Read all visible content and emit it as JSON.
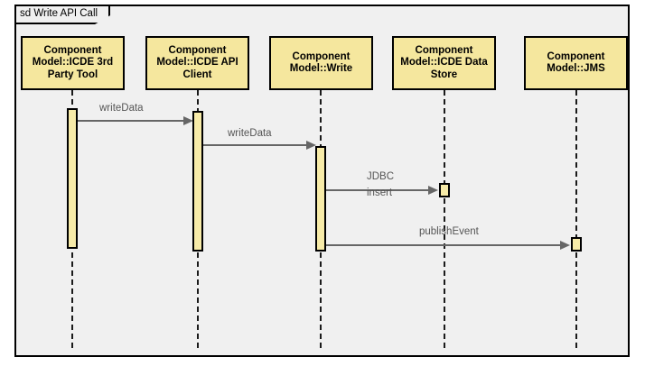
{
  "diagram": {
    "frame_label": "sd Write API Call",
    "frame_keyword": "sd",
    "frame_name": "Write API Call",
    "colors": {
      "lifeline_fill": "#f5e79e",
      "activation_fill": "#f7eba8",
      "frame_background": "#f0f0f0",
      "border": "#000000",
      "message_line": "#666666",
      "message_label": "#555555"
    },
    "lifelines": [
      {
        "id": "icde-3rd-party-tool",
        "label": "Component Model::ICDE 3rd Party Tool",
        "lines": [
          "Component",
          "Model::ICDE 3rd",
          "Party Tool"
        ]
      },
      {
        "id": "icde-api-client",
        "label": "Component Model::ICDE API Client",
        "lines": [
          "Component",
          "Model::ICDE API",
          "Client"
        ]
      },
      {
        "id": "write",
        "label": "Component Model::Write",
        "lines": [
          "Component",
          "Model::Write"
        ]
      },
      {
        "id": "icde-data-store",
        "label": "Component Model::ICDE Data Store",
        "lines": [
          "Component",
          "Model::ICDE Data",
          "Store"
        ]
      },
      {
        "id": "jms",
        "label": "Component Model::JMS",
        "lines": [
          "Component",
          "Model::JMS"
        ]
      }
    ],
    "messages": [
      {
        "id": "msg-write-data-1",
        "label": "writeData",
        "label_lines": [
          "writeData"
        ],
        "from": "icde-3rd-party-tool",
        "to": "icde-api-client"
      },
      {
        "id": "msg-write-data-2",
        "label": "writeData",
        "label_lines": [
          "writeData"
        ],
        "from": "icde-api-client",
        "to": "write"
      },
      {
        "id": "msg-jdbc-insert",
        "label": "JDBC insert",
        "label_lines": [
          "JDBC",
          "insert"
        ],
        "from": "write",
        "to": "icde-data-store"
      },
      {
        "id": "msg-publish-event",
        "label": "publishEvent",
        "label_lines": [
          "publishEvent"
        ],
        "from": "write",
        "to": "jms"
      }
    ]
  }
}
